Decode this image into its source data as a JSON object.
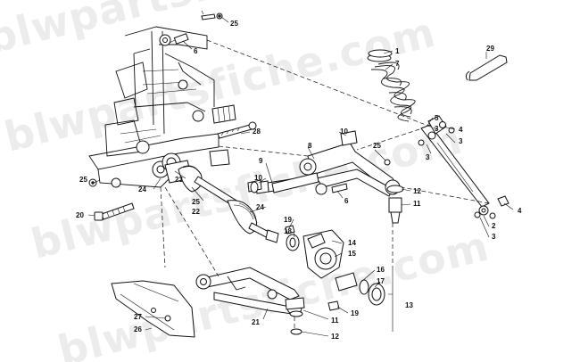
{
  "watermark": {
    "line_1": "blwpartsfiche.com",
    "line_2": "blwpartsfiche.com",
    "line_3": "blwpartsfiche.com",
    "line_4": "blwpartsfiche.com"
  },
  "callouts": [
    {
      "id": "c25a",
      "label": "25"
    },
    {
      "id": "c6a",
      "label": "6"
    },
    {
      "id": "c1",
      "label": "1"
    },
    {
      "id": "c7",
      "label": "7"
    },
    {
      "id": "c29",
      "label": "29"
    },
    {
      "id": "c5",
      "label": "5"
    },
    {
      "id": "c3a",
      "label": "3"
    },
    {
      "id": "c4a",
      "label": "4"
    },
    {
      "id": "c3b",
      "label": "3"
    },
    {
      "id": "c3c",
      "label": "3"
    },
    {
      "id": "c28",
      "label": "28"
    },
    {
      "id": "c10a",
      "label": "10"
    },
    {
      "id": "c8",
      "label": "8"
    },
    {
      "id": "c25b",
      "label": "25"
    },
    {
      "id": "c9",
      "label": "9"
    },
    {
      "id": "c10b",
      "label": "10"
    },
    {
      "id": "c6b",
      "label": "6"
    },
    {
      "id": "c12a",
      "label": "12"
    },
    {
      "id": "c11a",
      "label": "11"
    },
    {
      "id": "c4b",
      "label": "4"
    },
    {
      "id": "c2",
      "label": "2"
    },
    {
      "id": "c3d",
      "label": "3"
    },
    {
      "id": "c25c",
      "label": "25"
    },
    {
      "id": "c23",
      "label": "23"
    },
    {
      "id": "c24a",
      "label": "24"
    },
    {
      "id": "c25d",
      "label": "25"
    },
    {
      "id": "c22",
      "label": "22"
    },
    {
      "id": "c24b",
      "label": "24"
    },
    {
      "id": "c20",
      "label": "20"
    },
    {
      "id": "c19a",
      "label": "19"
    },
    {
      "id": "c18",
      "label": "18"
    },
    {
      "id": "c14",
      "label": "14"
    },
    {
      "id": "c15",
      "label": "15"
    },
    {
      "id": "c16",
      "label": "16"
    },
    {
      "id": "c17",
      "label": "17"
    },
    {
      "id": "c13",
      "label": "13"
    },
    {
      "id": "c27",
      "label": "27"
    },
    {
      "id": "c26",
      "label": "26"
    },
    {
      "id": "c21",
      "label": "21"
    },
    {
      "id": "c11b",
      "label": "11"
    },
    {
      "id": "c19b",
      "label": "19"
    },
    {
      "id": "c12b",
      "label": "12"
    }
  ]
}
